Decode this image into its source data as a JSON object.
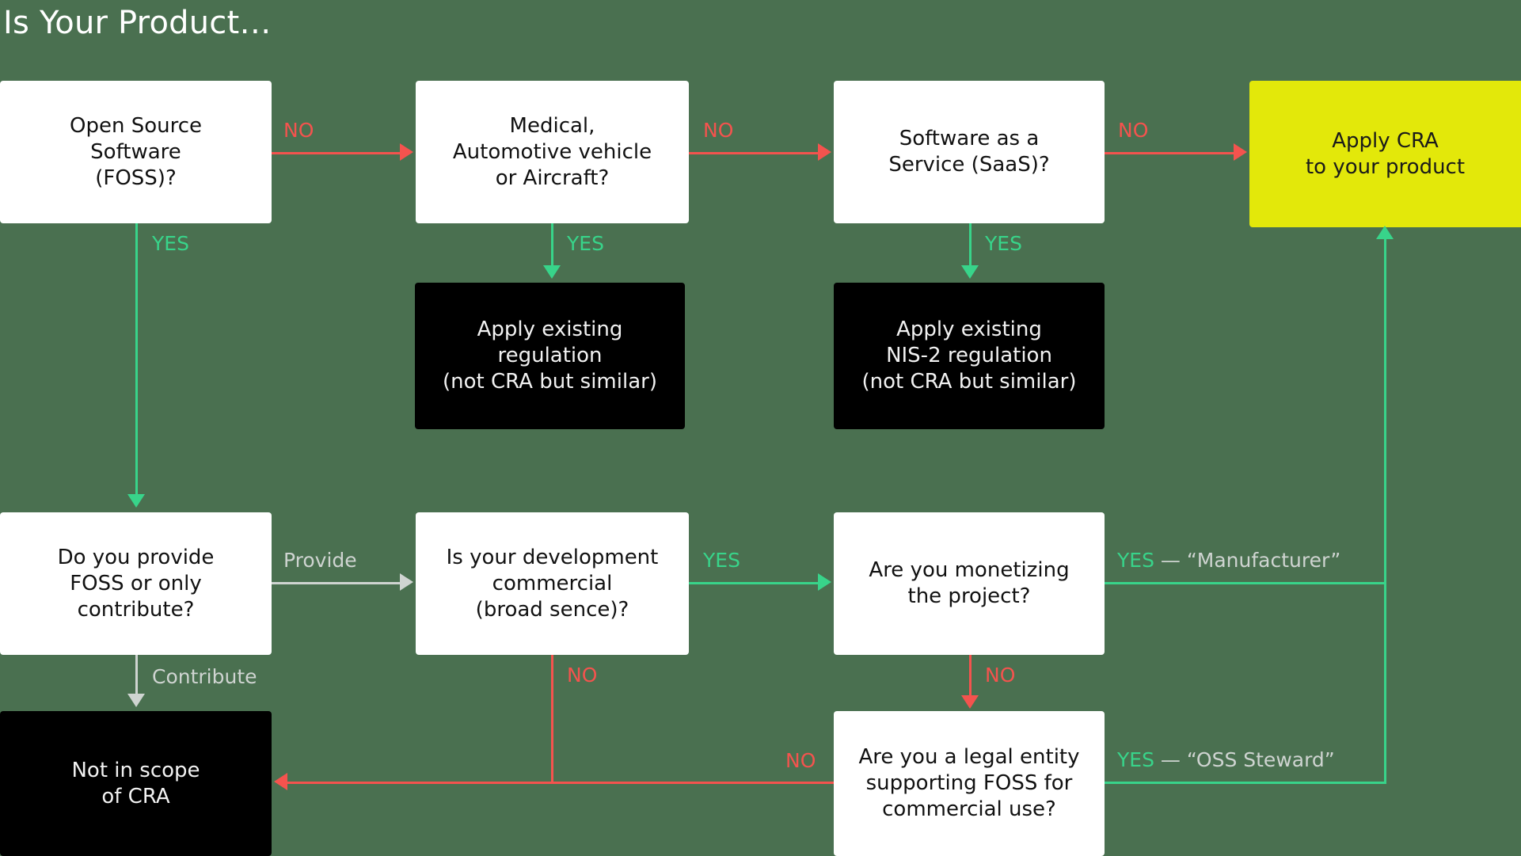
{
  "page": {
    "title": "Is Your Product…",
    "background_color": "#4a7050"
  },
  "colors": {
    "background": "#4a7050",
    "node_white": "#ffffff",
    "node_black": "#000000",
    "node_yellow": "#e3e80a",
    "edge_no": "#f4534e",
    "edge_yes": "#38d48a",
    "edge_neutral": "#cfd4d1",
    "title_text": "#ffffff"
  },
  "nodes": {
    "foss": "Open Source\nSoftware\n(FOSS)?",
    "medical": "Medical,\nAutomotive vehicle\nor Aircraft?",
    "saas": "Software as a\nService (SaaS)?",
    "apply_cra": "Apply CRA\nto your product",
    "existing_regulation": "Apply existing\nregulation\n(not CRA but similar)",
    "nis2_regulation": "Apply existing\nNIS-2 regulation\n(not CRA but similar)",
    "provide_or_contribute": "Do you provide\nFOSS or only\ncontribute?",
    "development_commercial": "Is your development\ncommercial\n(broad sence)?",
    "monetizing": "Are you monetizing\nthe project?",
    "not_in_scope": "Not in scope\nof CRA",
    "legal_entity": "Are you a legal entity\nsupporting FOSS for\ncommercial use?"
  },
  "edge_labels": {
    "foss_no": "NO",
    "foss_yes": "YES",
    "medical_no": "NO",
    "medical_yes": "YES",
    "saas_no": "NO",
    "saas_yes": "YES",
    "provide": "Provide",
    "contribute": "Contribute",
    "commercial_yes": "YES",
    "commercial_no": "NO",
    "monetizing_no": "NO",
    "legal_entity_no": "NO",
    "manufacturer_yes": "YES",
    "manufacturer_role": "— “Manufacturer”",
    "steward_yes": "YES",
    "steward_role": "— “OSS Steward”"
  }
}
